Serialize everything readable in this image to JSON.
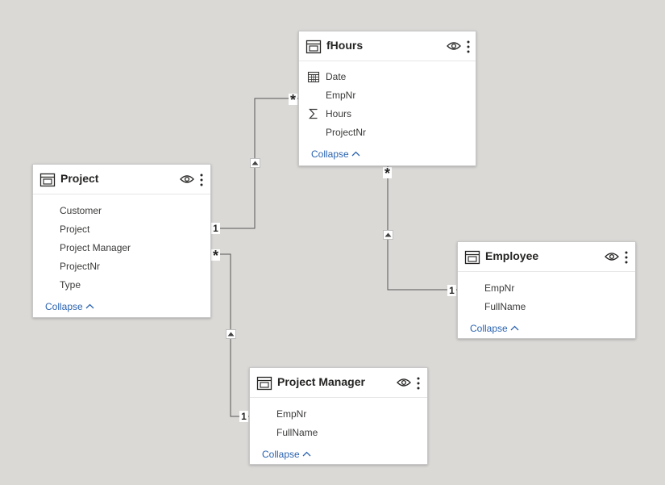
{
  "tables": [
    {
      "id": "fhours",
      "title": "fHours",
      "fields": [
        {
          "label": "Date",
          "icon": "calendar-icon"
        },
        {
          "label": "EmpNr",
          "icon": ""
        },
        {
          "label": "Hours",
          "icon": "sigma-icon"
        },
        {
          "label": "ProjectNr",
          "icon": ""
        }
      ],
      "collapse_label": "Collapse"
    },
    {
      "id": "project",
      "title": "Project",
      "fields": [
        {
          "label": "Customer",
          "icon": ""
        },
        {
          "label": "Project",
          "icon": ""
        },
        {
          "label": "Project Manager",
          "icon": ""
        },
        {
          "label": "ProjectNr",
          "icon": ""
        },
        {
          "label": "Type",
          "icon": ""
        }
      ],
      "collapse_label": "Collapse"
    },
    {
      "id": "employee",
      "title": "Employee",
      "fields": [
        {
          "label": "EmpNr",
          "icon": ""
        },
        {
          "label": "FullName",
          "icon": ""
        }
      ],
      "collapse_label": "Collapse"
    },
    {
      "id": "project-manager",
      "title": "Project Manager",
      "fields": [
        {
          "label": "EmpNr",
          "icon": ""
        },
        {
          "label": "FullName",
          "icon": ""
        }
      ],
      "collapse_label": "Collapse"
    }
  ],
  "relationships": [
    {
      "from": "project",
      "to": "fhours",
      "from_cardinality": "1",
      "to_cardinality": "*",
      "filter_direction": "single"
    },
    {
      "from": "employee",
      "to": "fhours",
      "from_cardinality": "1",
      "to_cardinality": "*",
      "filter_direction": "single"
    },
    {
      "from": "project-manager",
      "to": "project",
      "from_cardinality": "1",
      "to_cardinality": "*",
      "filter_direction": "single"
    }
  ],
  "colors": {
    "background": "#dad9d6",
    "card": "#ffffff",
    "link": "#2a63b0",
    "text": "#252423",
    "connector": "#555555"
  }
}
